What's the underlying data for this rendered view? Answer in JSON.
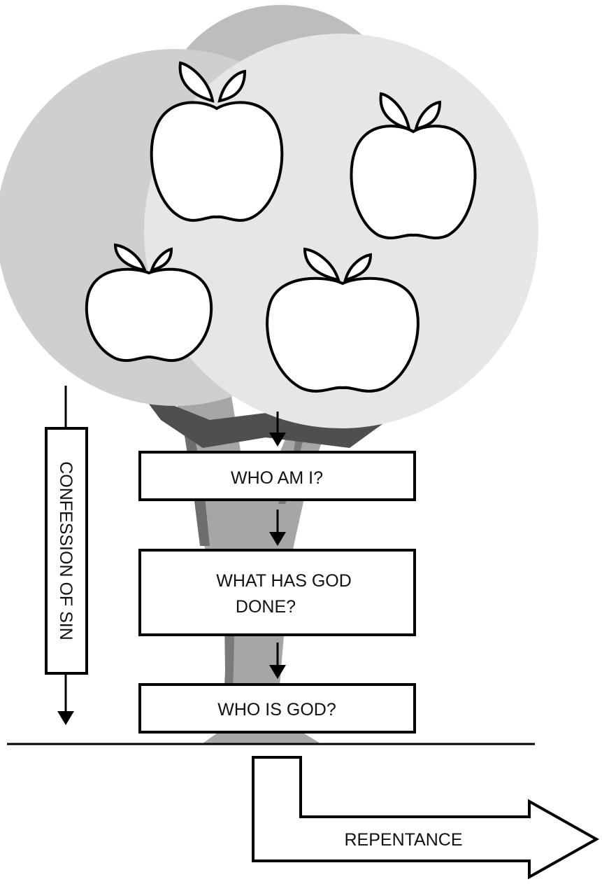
{
  "diagram": {
    "questions": [
      "WHO AM I?",
      "WHAT HAS GOD",
      "DONE?",
      "WHO IS GOD?"
    ],
    "side_label": "CONFESSION OF SIN",
    "bottom_label": "REPENTANCE",
    "colors": {
      "canopy_dark": "#bdbdbd",
      "canopy_mid": "#cfcfcf",
      "canopy_light": "#e6e6e7",
      "trunk": "#a6a6a6",
      "trunk_shadow": "#6b6b6b",
      "branch_dark": "#4f4f4f",
      "outline": "#000000"
    }
  }
}
